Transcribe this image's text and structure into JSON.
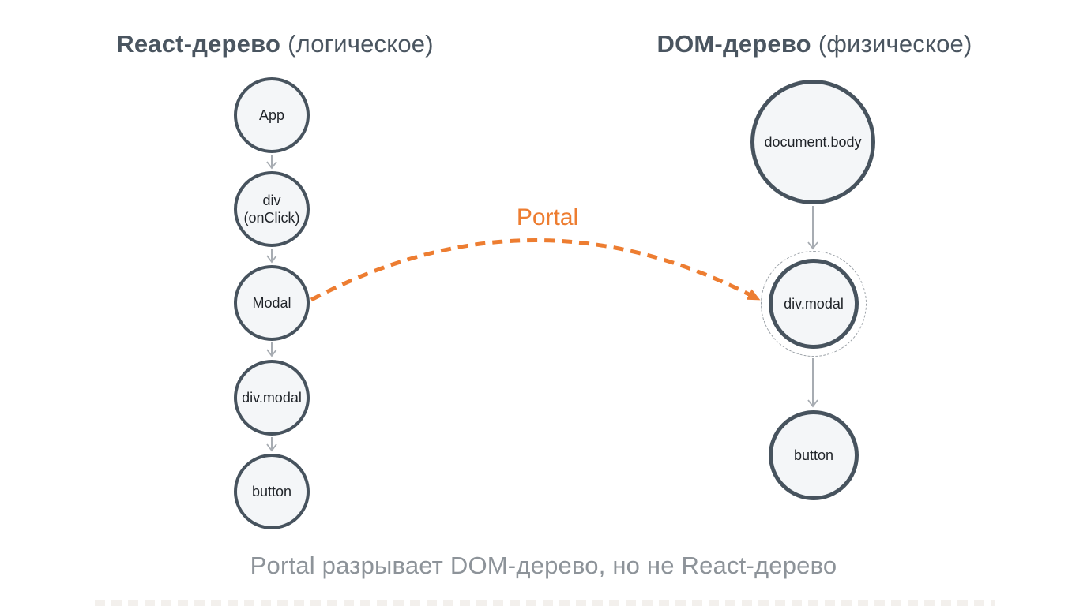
{
  "headings": {
    "left": {
      "bold": "React-дерево",
      "rest": "(логическое)"
    },
    "right": {
      "bold": "DOM-дерево",
      "rest": "(физическое)"
    }
  },
  "react_tree": {
    "nodes": [
      {
        "label": "App"
      },
      {
        "label": "div\n(onClick)"
      },
      {
        "label": "Modal"
      },
      {
        "label": "div.modal"
      },
      {
        "label": "button"
      }
    ]
  },
  "dom_tree": {
    "nodes": [
      {
        "label": "document.body"
      },
      {
        "label": "div.modal",
        "highlighted": true
      },
      {
        "label": "button"
      }
    ]
  },
  "portal": {
    "label": "Portal"
  },
  "caption": {
    "text": "Portal разрывает DOM-дерево, но не React-дерево"
  },
  "colors": {
    "node_border": "#47535E",
    "node_fill": "#F4F6F8",
    "arrow_gray": "#A7ACB2",
    "accent_orange": "#ED7D31",
    "heading_text": "#4A5560",
    "caption_text": "#8D9399"
  }
}
